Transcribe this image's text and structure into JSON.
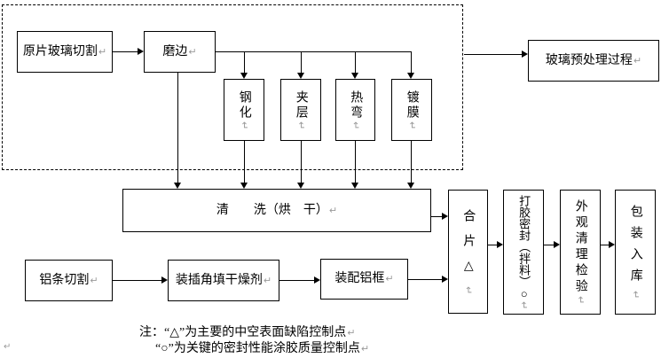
{
  "marks": {
    "return": "↵"
  },
  "boxes": {
    "raw_glass_cutting": "原片玻璃切割",
    "edge_grinding": "磨边",
    "tempering": "钢化",
    "laminating": "夹层",
    "hot_bending": "热弯",
    "coating": "镀膜",
    "glass_pretreatment": "玻璃预处理过程",
    "washing_drying": "清　　洗（烘　干）",
    "combine_sheets": "合片△",
    "glue_sealing": "打胶密封（拌料）○",
    "appearance_inspection": "外观清理检验",
    "packing_warehouse": "包装入库",
    "aluminum_cutting": "铝条切割",
    "corner_desiccant": "装插角填干燥剂",
    "aluminum_frame": "装配铝框"
  },
  "notes": {
    "line1": "注：“△”为主要的中空表面缺陷控制点",
    "line2": "“○”为关键的密封性能涂胶质量控制点"
  }
}
